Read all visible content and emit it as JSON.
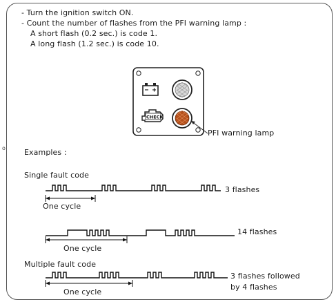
{
  "instructions": {
    "line1": "- Turn the ignition switch ON.",
    "line2": "- Count the number of flashes from the PFI warning lamp :",
    "line3": "A short flash (0.2 sec.) is code 1.",
    "line4": "A long flash (1.2 sec.) is code 10."
  },
  "panel": {
    "check_label": "CHECK",
    "battery_plus": "+",
    "battery_minus": "-",
    "callout": "PFI warning lamp",
    "lamp_color": "#b5501c"
  },
  "examples": {
    "heading": "Examples :",
    "single_heading": "Single fault code",
    "multiple_heading": "Multiple fault code",
    "ex1": {
      "label": "3 flashes",
      "cycle": "One cycle"
    },
    "ex2": {
      "label": "14 flashes",
      "cycle": "One cycle"
    },
    "ex3": {
      "label_line1": "3 flashes followed",
      "label_line2": "by 4 flashes",
      "cycle": "One cycle"
    }
  },
  "left_marker": "o"
}
